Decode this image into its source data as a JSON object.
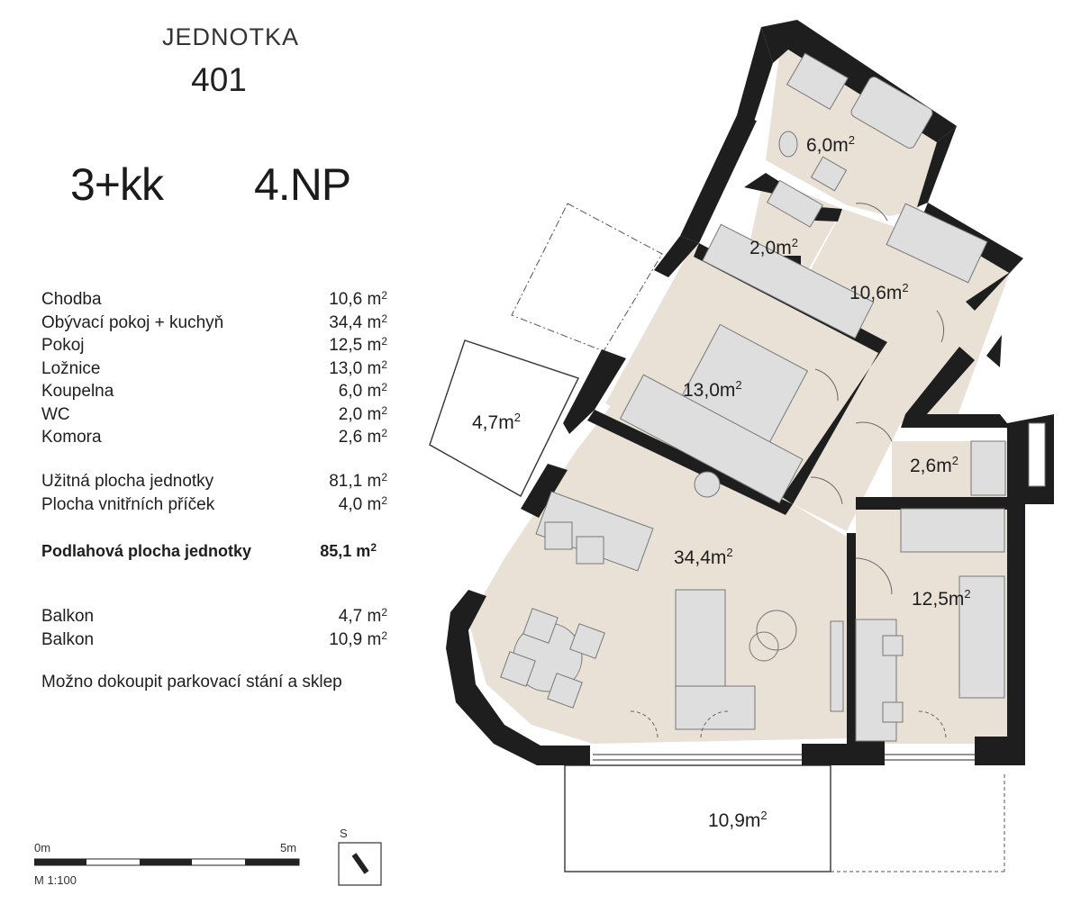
{
  "header": {
    "unit_label": "JEDNOTKA",
    "unit_number": "401",
    "layout": "3+kk",
    "floor": "4.NP"
  },
  "areas": [
    {
      "name": "Chodba",
      "value": "10,6 m",
      "sup": "2"
    },
    {
      "name": "Obývací pokoj + kuchyň",
      "value": "34,4 m",
      "sup": "2"
    },
    {
      "name": "Pokoj",
      "value": "12,5 m",
      "sup": "2"
    },
    {
      "name": "Ložnice",
      "value": "13,0 m",
      "sup": "2"
    },
    {
      "name": "Koupelna",
      "value": "6,0 m",
      "sup": "2"
    },
    {
      "name": "WC",
      "value": "2,0 m",
      "sup": "2"
    },
    {
      "name": "Komora",
      "value": "2,6 m",
      "sup": "2"
    }
  ],
  "summary": [
    {
      "name": "Užitná plocha jednotky",
      "value": "81,1 m",
      "sup": "2"
    },
    {
      "name": "Plocha vnitřních příček",
      "value": "4,0 m",
      "sup": "2"
    }
  ],
  "total": {
    "name": "Podlahová plocha jednotky",
    "value": "85,1 m",
    "sup": "2"
  },
  "balconies": [
    {
      "name": "Balkon",
      "value": "4,7 m",
      "sup": "2"
    },
    {
      "name": "Balkon",
      "value": "10,9 m",
      "sup": "2"
    }
  ],
  "note": "Možno dokoupit parkovací stání a sklep",
  "scale": {
    "start": "0m",
    "end": "5m",
    "ratio": "M 1:100"
  },
  "compass": {
    "label": "S"
  },
  "plan": {
    "rooms": [
      {
        "key": "bathroom",
        "area": "6,0m",
        "sup": "2"
      },
      {
        "key": "wc",
        "area": "2,0m",
        "sup": "2"
      },
      {
        "key": "hallway",
        "area": "10,6m",
        "sup": "2"
      },
      {
        "key": "bedroom",
        "area": "13,0m",
        "sup": "2"
      },
      {
        "key": "storage",
        "area": "2,6m",
        "sup": "2"
      },
      {
        "key": "living",
        "area": "34,4m",
        "sup": "2"
      },
      {
        "key": "room",
        "area": "12,5m",
        "sup": "2"
      },
      {
        "key": "balcony-small",
        "area": "4,7m",
        "sup": "2"
      },
      {
        "key": "balcony-large",
        "area": "10,9m",
        "sup": "2"
      }
    ]
  },
  "colors": {
    "floor": "#e9e1d6",
    "wall": "#1e1e1e",
    "furniture": "#dddddd"
  }
}
